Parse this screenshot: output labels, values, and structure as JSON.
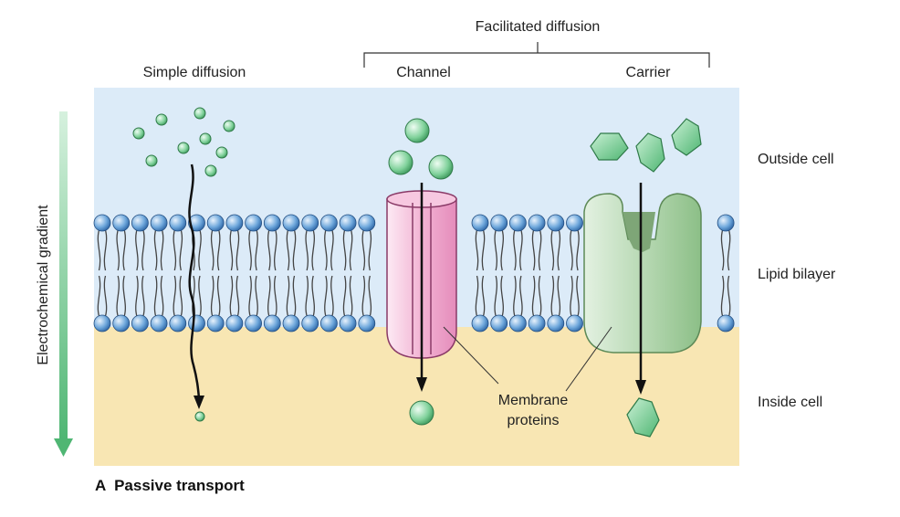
{
  "header": {
    "facilitated": "Facilitated diffusion",
    "simple": "Simple diffusion",
    "channel": "Channel",
    "carrier": "Carrier"
  },
  "side_labels": {
    "outside": "Outside cell",
    "bilayer": "Lipid bilayer",
    "inside": "Inside cell"
  },
  "gradient_label": "Electrochemical gradient",
  "proteins_label_line1": "Membrane",
  "proteins_label_line2": "proteins",
  "caption": "A  Passive transport",
  "colors": {
    "outside": "#dcebf8",
    "inside": "#f8e6b3",
    "head": "#6fa8dc",
    "molecule": "#7fd19a",
    "channel": "#f2a6cc",
    "carrier": "#a9cfa6",
    "gradient_arrow": "#5cbf7a"
  }
}
